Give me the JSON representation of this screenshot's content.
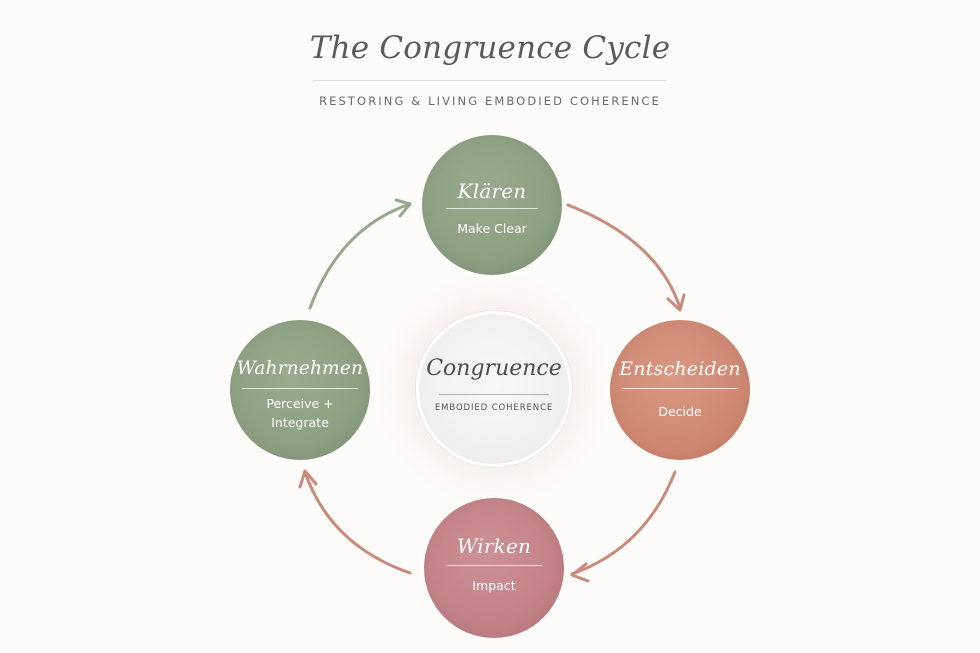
{
  "header": {
    "title": "The Congruence Cycle",
    "subtitle": "RESTORING & LIVING EMBODIED COHERENCE"
  },
  "center": {
    "name": "Congruence",
    "subtitle": "EMBODIED COHERENCE"
  },
  "nodes": [
    {
      "name": "Klären",
      "subtitle_lines": [
        "Make Clear"
      ],
      "color": "#8ea283"
    },
    {
      "name": "Entscheiden",
      "subtitle_lines": [
        "Decide"
      ],
      "color": "#d08a74"
    },
    {
      "name": "Wirken",
      "subtitle_lines": [
        "Impact"
      ],
      "color": "#c38489"
    },
    {
      "name": "Wahrnehmen",
      "subtitle_lines": [
        "Perceive +",
        "Integrate"
      ],
      "color": "#8ea283"
    }
  ],
  "arrows": [
    {
      "from": "Klären",
      "to": "Entscheiden",
      "color": "#c98a79"
    },
    {
      "from": "Entscheiden",
      "to": "Wirken",
      "color": "#c98a79"
    },
    {
      "from": "Wirken",
      "to": "Wahrnehmen",
      "color": "#c98a79"
    },
    {
      "from": "Wahrnehmen",
      "to": "Klären",
      "color": "#96a88b"
    }
  ]
}
